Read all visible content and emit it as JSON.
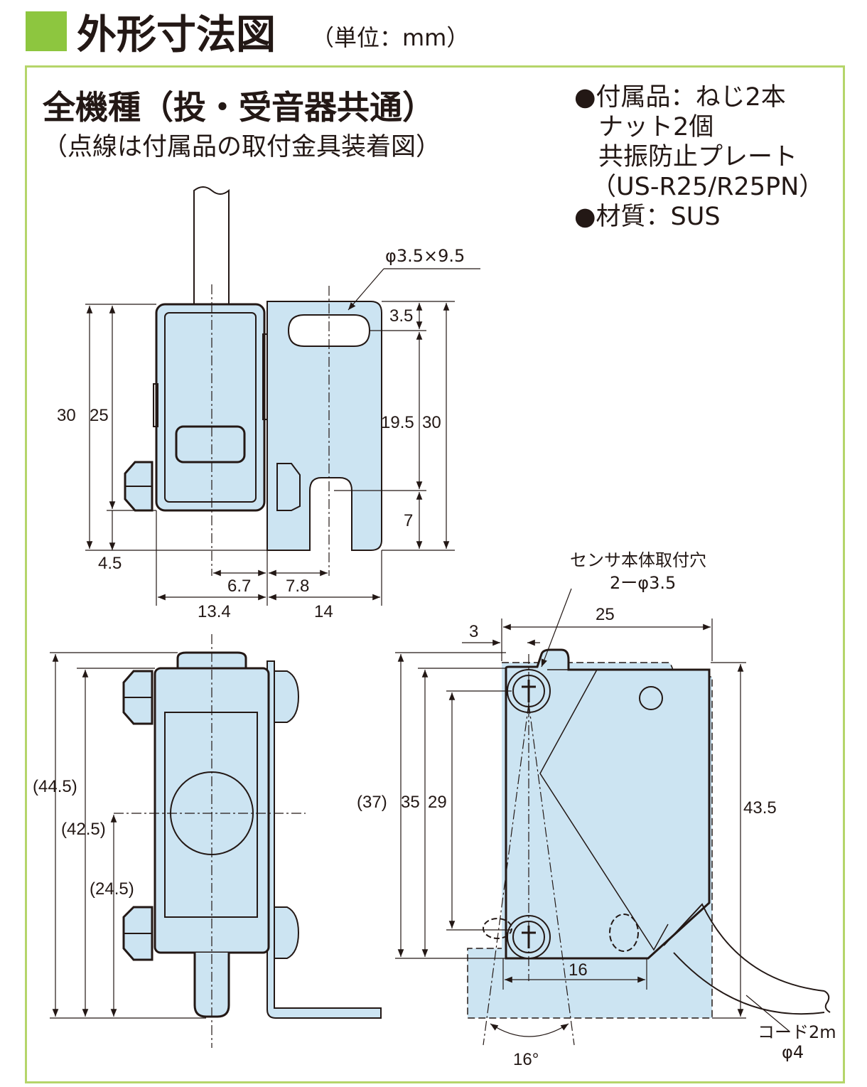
{
  "header": {
    "title": "外形寸法図",
    "unit": "（単位：mm）"
  },
  "subtitle": "全機種（投・受音器共通）",
  "note": "（点線は付属品の取付金具装着図）",
  "accessories": {
    "line1": "●付属品：ねじ2本",
    "line2": "ナット2個",
    "line3": "共振防止プレート",
    "line4": "（US-R25/R25PN）",
    "line5": "●材質：SUS"
  },
  "dims_top": {
    "slot": "φ3.5×9.5",
    "d30_left": "30",
    "d25": "25",
    "d4_5": "4.5",
    "d6_7": "6.7",
    "d7_8": "7.8",
    "d13_4": "13.4",
    "d14": "14",
    "d3_5": "3.5",
    "d19_5": "19.5",
    "d30_right": "30",
    "d7": "7"
  },
  "dims_bl": {
    "d44_5": "(44.5)",
    "d42_5": "(42.5)",
    "d24_5": "(24.5)"
  },
  "dims_br": {
    "hole_label1": "センサ本体取付穴",
    "hole_label2": "2ーφ3.5",
    "d25": "25",
    "d3": "3",
    "d37": "(37)",
    "d35": "35",
    "d29": "29",
    "d43_5": "43.5",
    "d16": "16",
    "angle": "16°",
    "cord1": "コード2m",
    "cord2": "φ4"
  },
  "colors": {
    "accent": "#8dc63f",
    "frame": "#b5d56a",
    "fill": "#cce4f2",
    "line": "#231815"
  }
}
